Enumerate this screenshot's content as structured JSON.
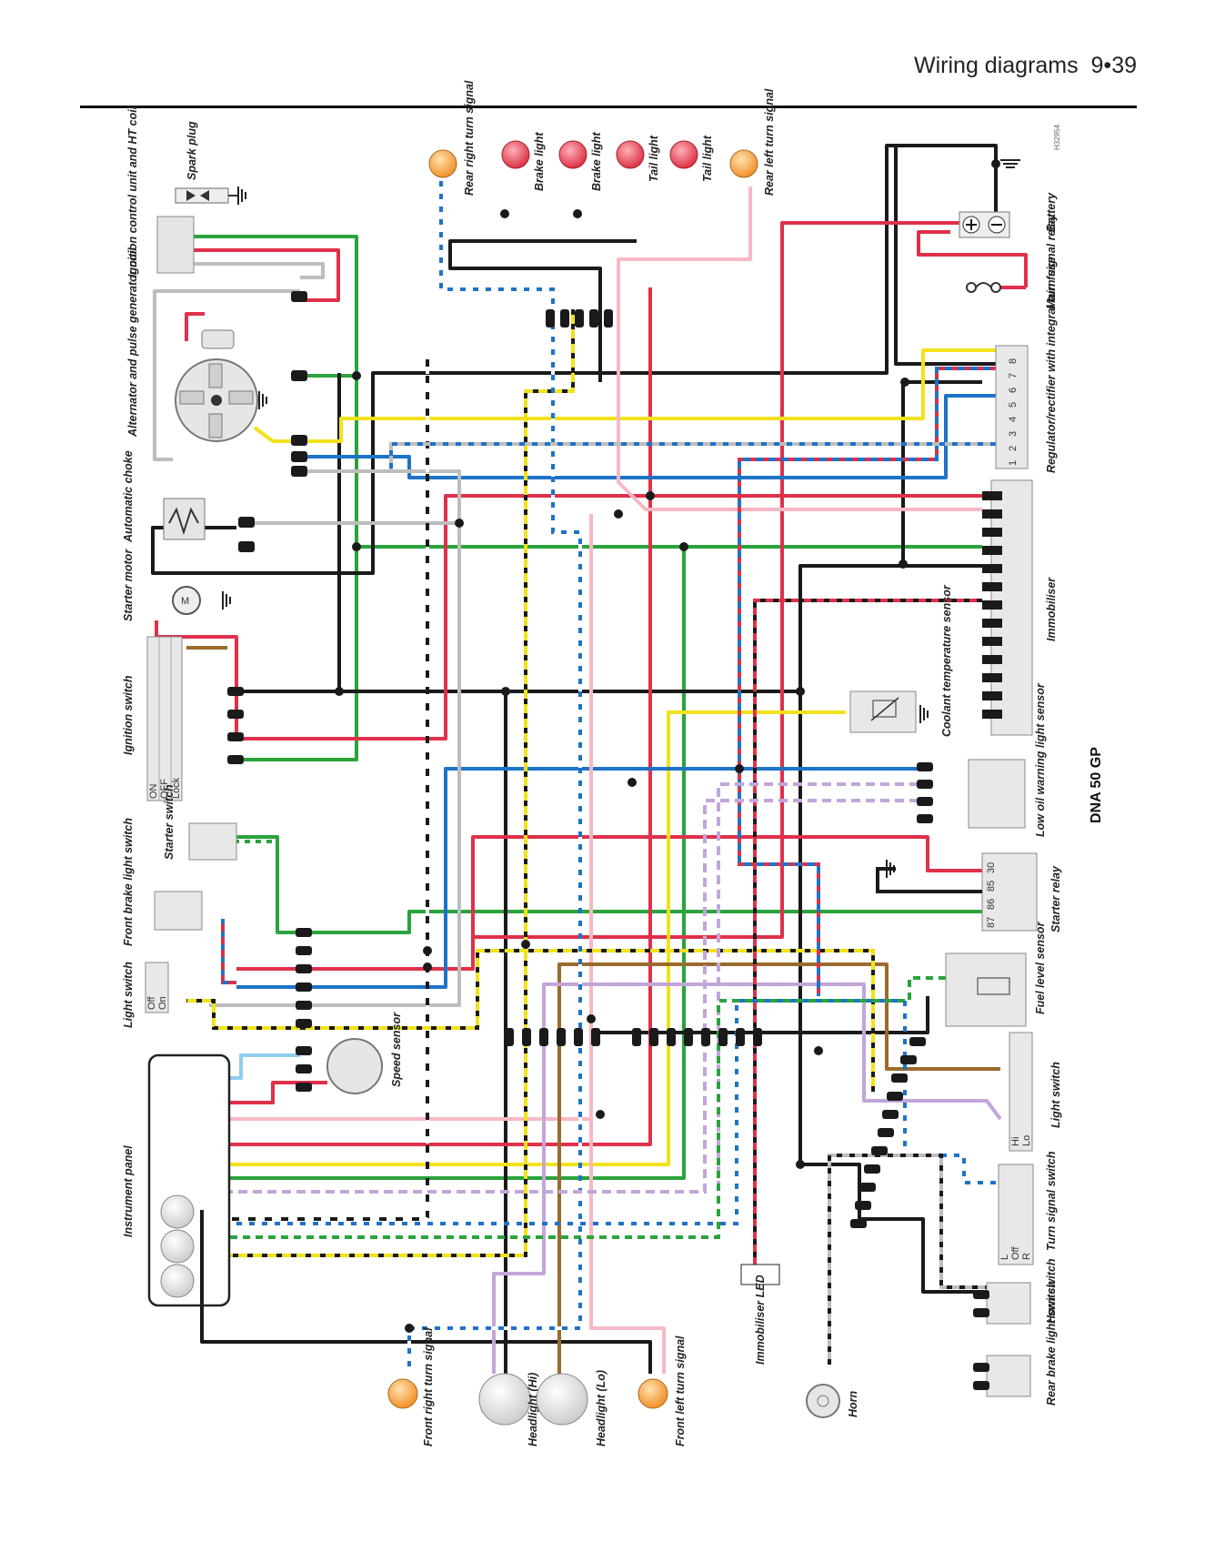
{
  "page": {
    "title": "Wiring diagrams",
    "page_number": "9•39",
    "model": "DNA 50 GP",
    "code": "H32954"
  },
  "components": {
    "spark_plug": "Spark plug",
    "ignition_unit": "Ignition control unit and HT coil",
    "alternator": "Alternator and pulse generator coil",
    "automatic_choke": "Automatic choke",
    "starter_motor": "Starter motor",
    "ignition_switch": "Ignition switch",
    "starter_switch": "Starter switch",
    "front_brake_switch": "Front brake light switch",
    "light_switch_left": "Light switch",
    "instrument_panel": "Instrument panel",
    "speed_sensor": "Speed sensor",
    "front_right_turn": "Front right turn signal",
    "headlight_hi": "Headlight (Hi)",
    "headlight_lo": "Headlight (Lo)",
    "front_left_turn": "Front left turn signal",
    "immobiliser_led": "Immobiliser LED",
    "horn": "Horn",
    "rear_right_turn": "Rear right turn signal",
    "brake_light_1": "Brake light",
    "brake_light_2": "Brake light",
    "tail_light_1": "Tail light",
    "tail_light_2": "Tail light",
    "rear_left_turn": "Rear left turn signal",
    "battery": "Battery",
    "main_fuse": "Main fuse",
    "regulator": "Regulator/rectifier with integral turn signal relay",
    "immobiliser": "Immobiliser",
    "coolant_sensor": "Coolant temperature sensor",
    "low_oil_switch": "Low oil warning light sensor",
    "starter_relay": "Starter relay",
    "fuel_level_sensor": "Fuel level sensor",
    "light_switch_right": "Light switch",
    "turn_signal_switch": "Turn signal switch",
    "horn_switch": "Horn switch",
    "rear_brake_switch": "Rear brake light switch"
  },
  "switch_positions": {
    "ignition": [
      "ON",
      "OFF",
      "Lock"
    ],
    "light_left": [
      "Off",
      "On"
    ],
    "light_right": [
      "Hi",
      "Lo"
    ],
    "turn_signal": [
      "L",
      "Off",
      "R"
    ]
  },
  "pin_labels": {
    "regulator": [
      "1",
      "2",
      "3",
      "4",
      "5",
      "6",
      "7",
      "8"
    ],
    "starter_relay": [
      "87",
      "86",
      "85",
      "30"
    ],
    "motor": "M"
  },
  "colors": {
    "black": "#1a1a1a",
    "red": "#e0304a",
    "green": "#2aa33c",
    "yellow": "#f2e21c",
    "blue": "#1e73c8",
    "grey": "#bdbdbd",
    "pink": "#f7b8c4",
    "brown": "#9a6a2e",
    "violet": "#c2a6d8",
    "light_blue": "#8ecdf0",
    "lamp_amber": "#f5a94a",
    "lamp_red": "#e8505a"
  }
}
